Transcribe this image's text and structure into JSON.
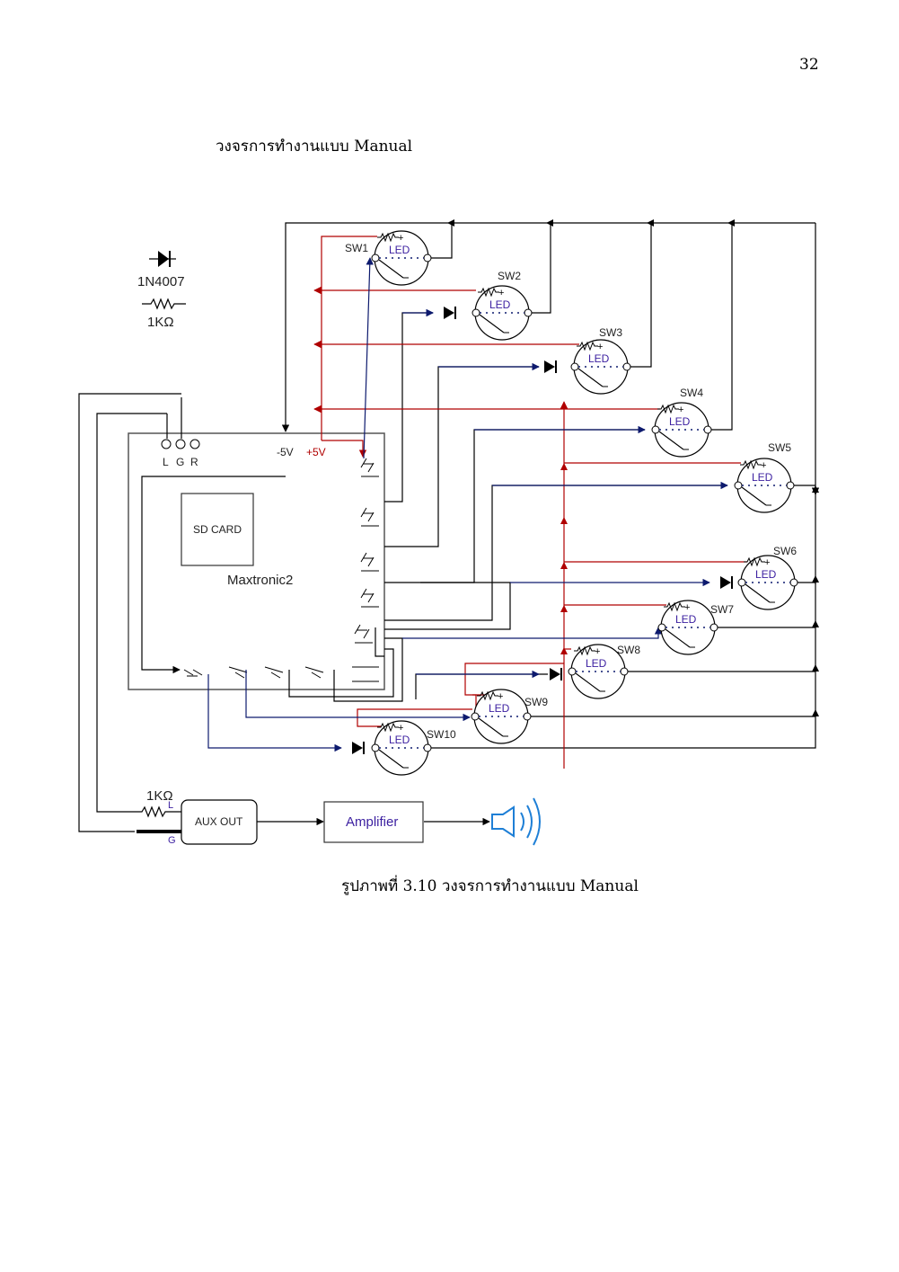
{
  "page_number": "32",
  "heading": "วงจรการทำงานแบบ Manual",
  "caption": "รูปภาพที่ 3.10 วงจรการทำงานแบบ Manual",
  "legend": {
    "diode": "1N4007",
    "resistor": "1KΩ"
  },
  "board": {
    "name": "Maxtronic2",
    "sd_card": "SD CARD",
    "pins": [
      "L",
      "G",
      "R"
    ],
    "neg_rail": "-5V",
    "pos_rail": "+5V"
  },
  "led_label": "LED",
  "switches": [
    "SW1",
    "SW2",
    "SW3",
    "SW4",
    "SW5",
    "SW6",
    "SW7",
    "SW8",
    "SW9",
    "SW10"
  ],
  "aux": {
    "label": "AUX OUT",
    "resistor": "1KΩ",
    "l_pin": "L",
    "g_pin": "G"
  },
  "amplifier": "Amplifier",
  "colors": {
    "positive": "#b00000",
    "signal": "#0d1a6e",
    "wire": "#000000",
    "speaker": "#1e7fd6",
    "led_text": "#3b1fa0"
  },
  "icons": {
    "speaker": "speaker-icon",
    "diode": "diode-icon",
    "resistor": "resistor-icon"
  }
}
